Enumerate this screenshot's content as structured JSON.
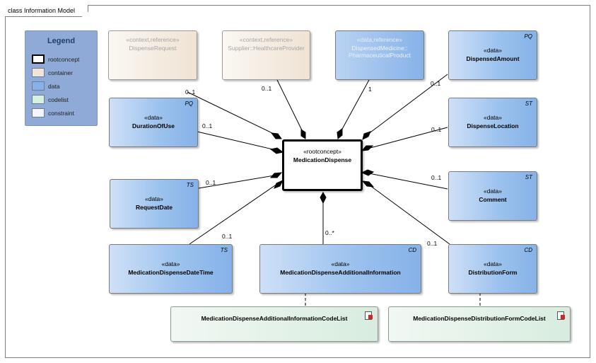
{
  "diagram": {
    "frame_title": "class Information Model",
    "legend": {
      "title": "Legend",
      "items": [
        {
          "label": "rootconcept",
          "color": "#ffffff",
          "border": "#000000"
        },
        {
          "label": "container",
          "color": "#f2e4d6"
        },
        {
          "label": "data",
          "color": "#86b2e8"
        },
        {
          "label": "codelist",
          "color": "#d8f0de"
        },
        {
          "label": "constraint",
          "color": "#f4f6fb"
        }
      ]
    },
    "root": {
      "stereotype": "«rootconcept»",
      "name": "MedicationDispense"
    },
    "nodes": {
      "dispense_request": {
        "stereotype": "«context,reference»",
        "name": "DispenseRequest"
      },
      "supplier": {
        "stereotype": "«context,reference»",
        "name": "Supplier::HealthcareProvider"
      },
      "dispensed_medicine": {
        "stereotype": "«data,reference»",
        "name": "DispensedMedicine::",
        "name2": "PharmaceuticalProduct"
      },
      "dispensed_amount": {
        "stereotype": "«data»",
        "name": "DispensedAmount",
        "type": "PQ"
      },
      "duration_of_use": {
        "stereotype": "«data»",
        "name": "DurationOfUse",
        "type": "PQ"
      },
      "dispense_location": {
        "stereotype": "«data»",
        "name": "DispenseLocation",
        "type": "ST"
      },
      "request_date": {
        "stereotype": "«data»",
        "name": "RequestDate",
        "type": "TS"
      },
      "comment": {
        "stereotype": "«data»",
        "name": "Comment",
        "type": "ST"
      },
      "dispense_datetime": {
        "stereotype": "«data»",
        "name": "MedicationDispenseDateTime",
        "type": "TS"
      },
      "additional_info": {
        "stereotype": "«data»",
        "name": "MedicationDispenseAdditionalInformation",
        "type": "CD"
      },
      "distribution_form": {
        "stereotype": "«data»",
        "name": "DistributionForm",
        "type": "CD"
      },
      "additional_info_codelist": {
        "name": "MedicationDispenseAdditionalInformationCodeList"
      },
      "distribution_form_codelist": {
        "name": "MedicationDispenseDistributionFormCodeList"
      }
    },
    "multiplicities": {
      "dispense_request": "0..1",
      "supplier": "0..1",
      "dispensed_medicine": "1",
      "dispensed_amount": "0..1",
      "duration_of_use": "0..1",
      "dispense_location": "0..1",
      "request_date": "0..1",
      "comment": "0..1",
      "dispense_datetime": "0..1",
      "additional_info": "0..*",
      "distribution_form": "0..1"
    }
  }
}
